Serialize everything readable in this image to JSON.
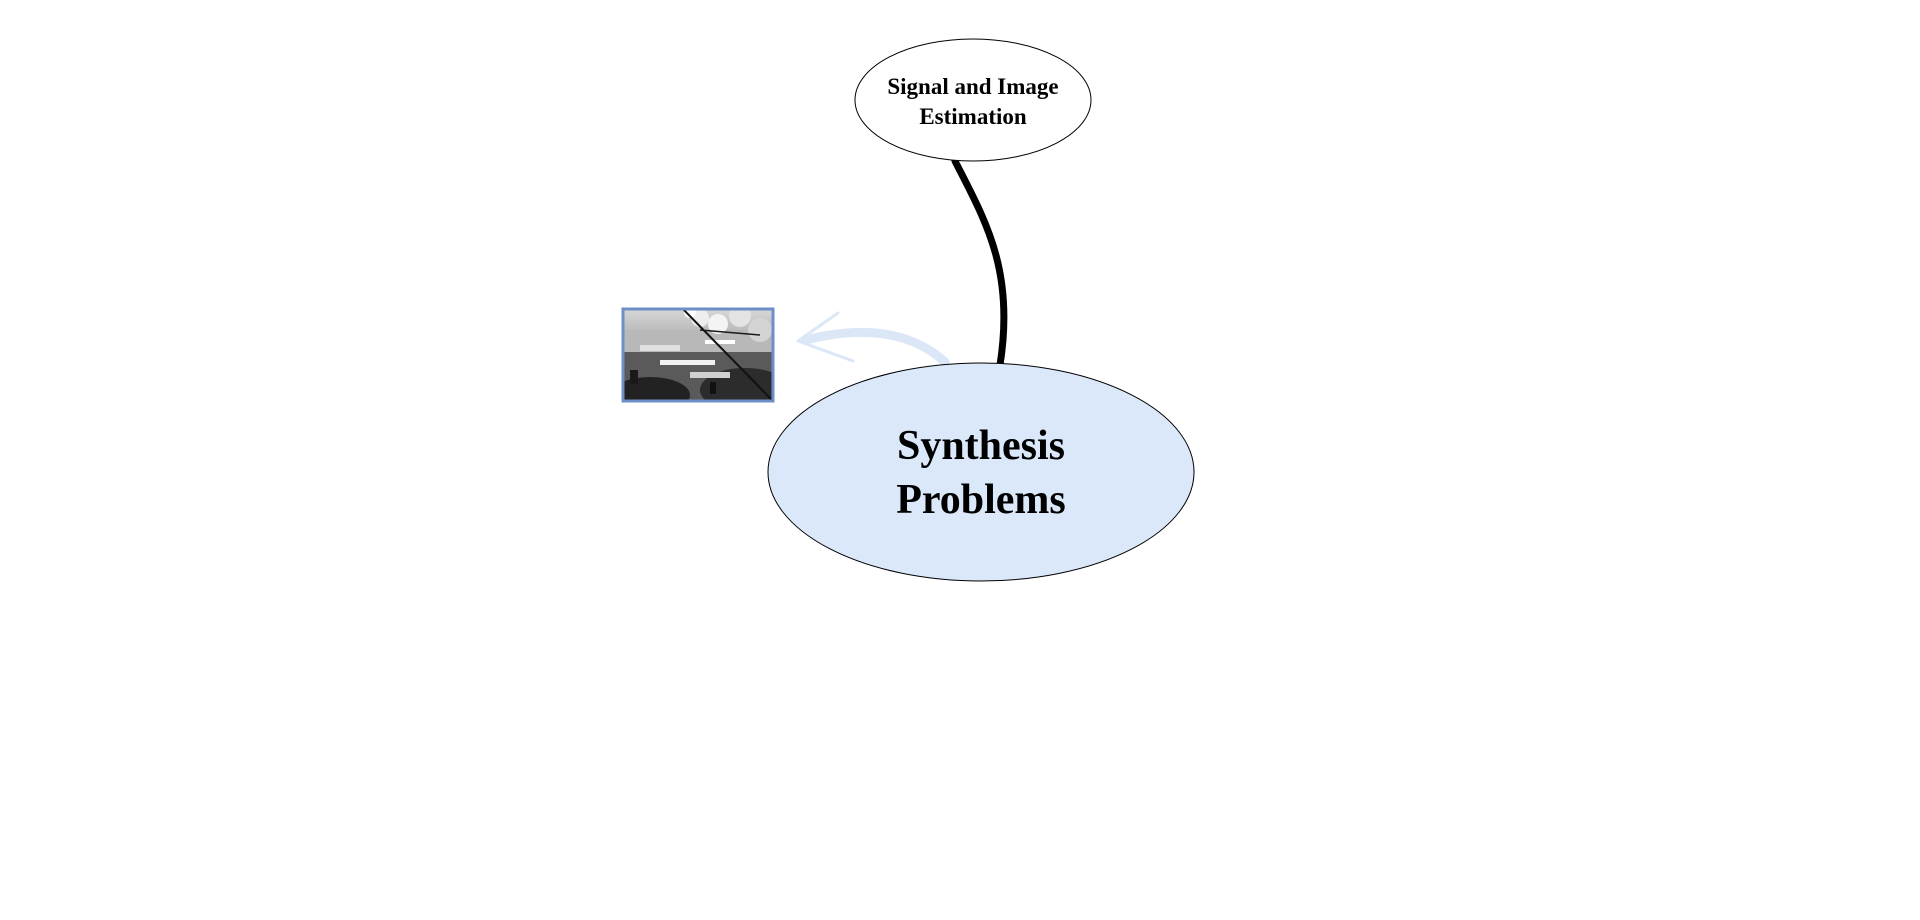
{
  "diagram": {
    "central_node": {
      "lines": [
        "Synthesis",
        "Problems"
      ],
      "fill": "#dae8fa",
      "stroke": "#000000"
    },
    "child_nodes": [
      {
        "lines": [
          "Signal and Image",
          "Estimation"
        ],
        "fill": "#ffffff",
        "stroke": "#000000"
      }
    ],
    "connector": {
      "color": "#000000"
    },
    "thumbnail": {
      "icon": "photo-thumbnail-icon",
      "border_color": "#6d8fc7"
    },
    "arrow": {
      "icon": "left-arrow-icon",
      "color": "#dbe7f7"
    }
  }
}
